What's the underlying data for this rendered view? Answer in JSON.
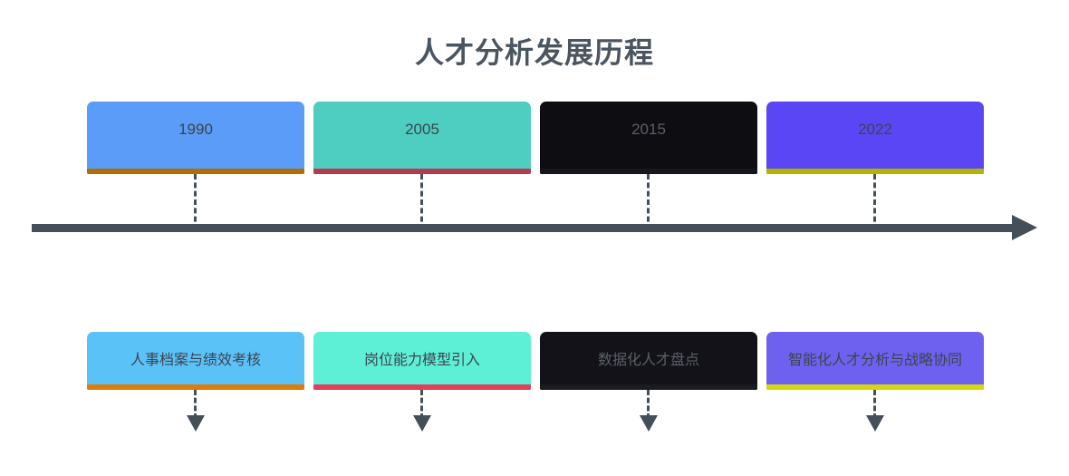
{
  "figure": {
    "title": "人才分析发展历程",
    "title_color": "#4a5560",
    "background_color": "#ffffff",
    "axis_color": "#454f59",
    "connector_color": "#454f59",
    "axis_arrow": "right-arrow-icon",
    "connector_arrow": "down-arrow-icon"
  },
  "chart_data": {
    "type": "timeline",
    "title": "人才分析发展历程",
    "orientation": "horizontal",
    "axis": {
      "direction": "left-to-right",
      "arrowhead": true
    },
    "events": [
      {
        "year": "1990",
        "label": "人事档案与绩效考核",
        "year_box_color": "#5b9cf8",
        "year_accent_color": "#b06f05",
        "desc_box_color": "#5bc2f8",
        "desc_accent_color": "#e07b0a",
        "text_color": "#3c4450"
      },
      {
        "year": "2005",
        "label": "岗位能力模型引入",
        "year_box_color": "#4ecec0",
        "year_accent_color": "#b73b4e",
        "desc_box_color": "#5ef0d6",
        "desc_accent_color": "#e0415a",
        "text_color": "#3c4450"
      },
      {
        "year": "2015",
        "label": "数据化人才盘点",
        "year_box_color": "#0d0d12",
        "year_accent_color": "#16161d",
        "desc_box_color": "#121218",
        "desc_accent_color": "#1b1b22",
        "text_color": "#5a6068"
      },
      {
        "year": "2022",
        "label": "智能化人才分析与战略协同",
        "year_box_color": "#5b46f5",
        "year_accent_color": "#b3b300",
        "desc_box_color": "#6f61f0",
        "desc_accent_color": "#d6d60f",
        "text_color": "#3c4450"
      }
    ]
  }
}
